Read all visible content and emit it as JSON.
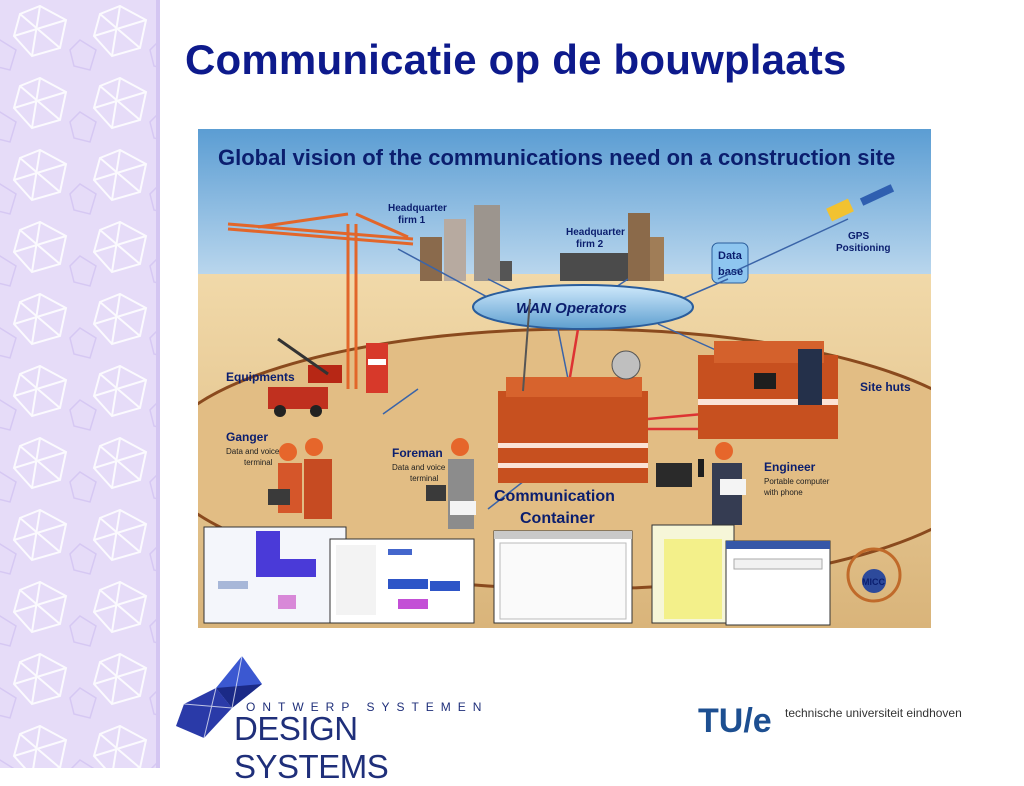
{
  "slide": {
    "title": "Communicatie op de bouwplaats"
  },
  "illustration": {
    "heading": "Global vision of the communications need on a construction site",
    "labels": {
      "hq1_line1": "Headquarter",
      "hq1_line2": "firm 1",
      "hq2_line1": "Headquarter",
      "hq2_line2": "firm 2",
      "database_line1": "Data",
      "database_line2": "base",
      "gps_line1": "GPS",
      "gps_line2": "Positioning",
      "wan": "WAN Operators",
      "equipments": "Equipments",
      "site_huts": "Site huts",
      "ganger": "Ganger",
      "ganger_sub1": "Data and voice",
      "ganger_sub2": "terminal",
      "foreman": "Foreman",
      "foreman_sub1": "Data and voice",
      "foreman_sub2": "terminal",
      "container_line1": "Communication",
      "container_line2": "Container",
      "engineer": "Engineer",
      "engineer_sub1": "Portable computer",
      "engineer_sub2": "with phone",
      "micc": "MICC"
    }
  },
  "footer": {
    "design_systems_top": "ONTWERP SYSTEMEN",
    "design_systems_bottom": "DESIGN SYSTEMS",
    "tue_mark": "TU/e",
    "tue_text": "technische universiteit eindhoven"
  },
  "colors": {
    "title": "#0d1a8c",
    "sidebar": "#e6dcf8",
    "container": "#c7501f"
  }
}
